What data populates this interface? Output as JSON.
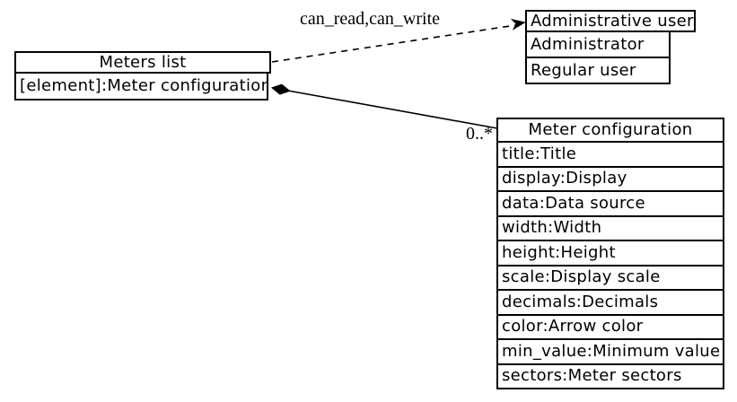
{
  "meters_list": {
    "title": "Meters list",
    "attributes": [
      "[element]:Meter configuration"
    ]
  },
  "admin_user": {
    "title": "Administrative user",
    "attributes": [
      "Administrator",
      "Regular user"
    ]
  },
  "meter_config": {
    "title": "Meter configuration",
    "attributes": [
      "title:Title",
      "display:Display",
      "data:Data source",
      "width:Width",
      "height:Height",
      "scale:Display scale",
      "decimals:Decimals",
      "color:Arrow color",
      "min_value:Minimum value",
      "sectors:Meter sectors"
    ]
  },
  "edges": {
    "permission_label": "can_read,can_write",
    "multiplicity_label": "0..*"
  },
  "colors": {
    "line": "#000000",
    "background": "#ffffff",
    "node_fill": "#ffffff"
  }
}
